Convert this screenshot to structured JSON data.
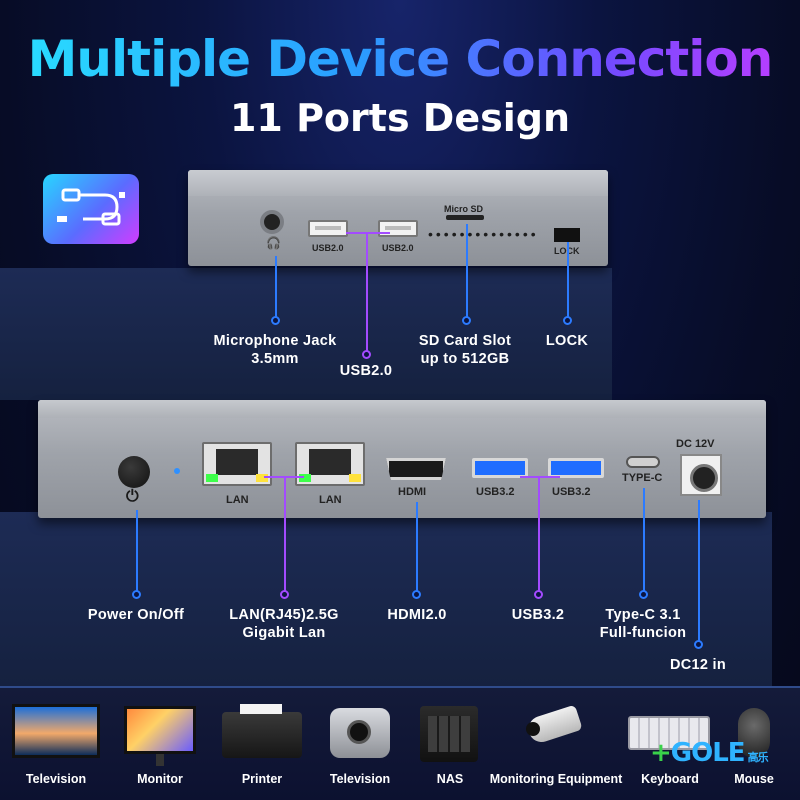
{
  "header": {
    "title": "Multiple Device Connection",
    "subtitle": "11 Ports Design"
  },
  "icons": {
    "badge": "usb-cable-icon",
    "headphone": "headphone-icon",
    "power": "power-icon"
  },
  "top_panel": {
    "usb_a_label": "USB2.0",
    "usb_b_label": "USB2.0",
    "sd_label": "Micro SD",
    "lock_label": "LOCK"
  },
  "front_panel": {
    "lan_a_label": "LAN",
    "lan_b_label": "LAN",
    "hdmi_label": "HDMI",
    "usb3_a_label": "USB3.2",
    "usb3_b_label": "USB3.2",
    "typec_label": "TYPE-C",
    "dc_label": "DC 12V"
  },
  "callouts_top": {
    "mic": [
      "Microphone Jack",
      "3.5mm"
    ],
    "usb2": "USB2.0",
    "sd": [
      "SD Card Slot",
      "up to 512GB"
    ],
    "lock": "LOCK"
  },
  "callouts_front": {
    "power": "Power On/Off",
    "lan": [
      "LAN(RJ45)2.5G",
      "Gigabit Lan"
    ],
    "hdmi": "HDMI2.0",
    "usb3": "USB3.2",
    "typec": [
      "Type-C 3.1",
      "Full-funcion"
    ],
    "dc": "DC12 in"
  },
  "devices": [
    "Television",
    "Monitor",
    "Printer",
    "Television",
    "NAS",
    "Monitoring Equipment",
    "Keyboard",
    "Mouse"
  ],
  "brand": {
    "logo": "GOLE",
    "logo_prefix": "+",
    "logo_cjk": "高乐"
  },
  "colors": {
    "accent_blue": "#2c7bff",
    "accent_purple": "#a34bff",
    "background": "#0b1440"
  }
}
